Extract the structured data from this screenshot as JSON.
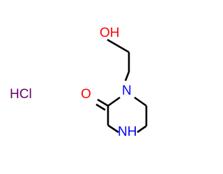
{
  "structure": {
    "atoms": {
      "hydroxyl": {
        "label": "OH",
        "color": "#ff0000"
      },
      "carbonyl_oxygen": {
        "label": "O",
        "color": "#ff0000"
      },
      "ring_nitrogen_1": {
        "label": "N",
        "color": "#0000ff"
      },
      "ring_nitrogen_4": {
        "label": "NH",
        "color": "#0000ff"
      }
    },
    "salt": {
      "label": "HCl",
      "color": "#660066"
    },
    "bond_color": "#000000"
  }
}
